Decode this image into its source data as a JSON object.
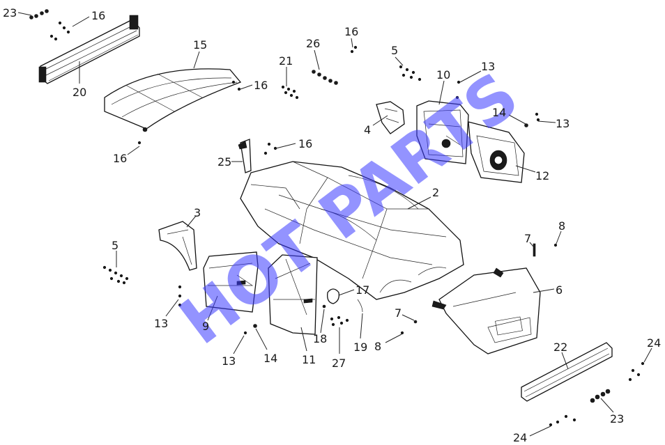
{
  "watermark": "HOT PARTS",
  "callouts": {
    "c1": "23",
    "c2": "16",
    "c3": "20",
    "c4": "15",
    "c5": "16",
    "c6": "16",
    "c7": "21",
    "c8": "26",
    "c9": "16",
    "c10": "5",
    "c11": "10",
    "c12": "13",
    "c13": "4",
    "c14": "14",
    "c15": "13",
    "c16": "12",
    "c17": "25",
    "c18": "16",
    "c19": "2",
    "c20": "3",
    "c21": "5",
    "c22": "7",
    "c23": "8",
    "c24": "6",
    "c25": "13",
    "c26": "9",
    "c27": "13",
    "c28": "14",
    "c29": "11",
    "c30": "18",
    "c31": "27",
    "c32": "19",
    "c33": "17",
    "c34": "7",
    "c35": "8",
    "c36": "22",
    "c37": "24",
    "c38": "23",
    "c39": "24"
  },
  "colors": {
    "watermark": "#3b3bff",
    "line": "#111111",
    "background": "#ffffff"
  }
}
